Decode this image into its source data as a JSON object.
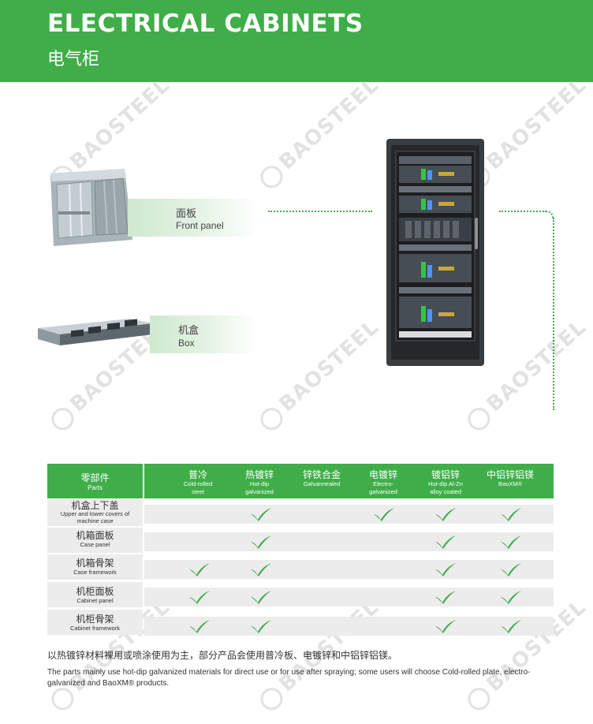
{
  "header": {
    "title_en": "ELECTRICAL CABINETS",
    "title_cn": "电气柜"
  },
  "watermark": {
    "text": "BAOSTEEL"
  },
  "components": [
    {
      "label_cn": "面板",
      "label_en": "Front panel"
    },
    {
      "label_cn": "机盒",
      "label_en": "Box"
    }
  ],
  "table": {
    "parts_header": {
      "cn": "零部件",
      "en": "Parts"
    },
    "columns": [
      {
        "cn": "普冷",
        "en": "Cold-rolled steel"
      },
      {
        "cn": "热镀锌",
        "en": "Hot-dip galvanized"
      },
      {
        "cn": "锌铁合金",
        "en": "Galvannealed"
      },
      {
        "cn": "电镀锌",
        "en": "Electro-galvanized"
      },
      {
        "cn": "镀铝锌",
        "en": "Hot-dip Al-Zn alloy coated"
      },
      {
        "cn": "中铝锌铝镁",
        "en": "BaoXM®"
      }
    ],
    "rows": [
      {
        "cn": "机盒上下盖",
        "en": "Upper and lower covers of  machine case",
        "checks": [
          false,
          true,
          false,
          true,
          true,
          true
        ]
      },
      {
        "cn": "机箱面板",
        "en": "Case panel",
        "checks": [
          false,
          true,
          false,
          false,
          true,
          true
        ]
      },
      {
        "cn": "机箱骨架",
        "en": "Case framework",
        "checks": [
          true,
          true,
          false,
          false,
          true,
          true
        ]
      },
      {
        "cn": "机柜面板",
        "en": "Cabinet panel",
        "checks": [
          true,
          true,
          false,
          false,
          true,
          true
        ]
      },
      {
        "cn": "机柜骨架",
        "en": "Cabinet framework",
        "checks": [
          true,
          true,
          false,
          false,
          true,
          true
        ]
      }
    ],
    "check_color": "#3fae49"
  },
  "footer": {
    "cn": "以热镀锌材料裸用或喷涂使用为主，部分产品会使用普冷板、电镀锌和中铝锌铝镁。",
    "en": "The parts mainly use hot-dip galvanized materials for direct use or for use after spraying; some users will choose Cold-rolled plate, electro-galvanized and BaoXM® products."
  },
  "colors": {
    "brand_green": "#3fae49",
    "row_gray": "#ececec"
  }
}
